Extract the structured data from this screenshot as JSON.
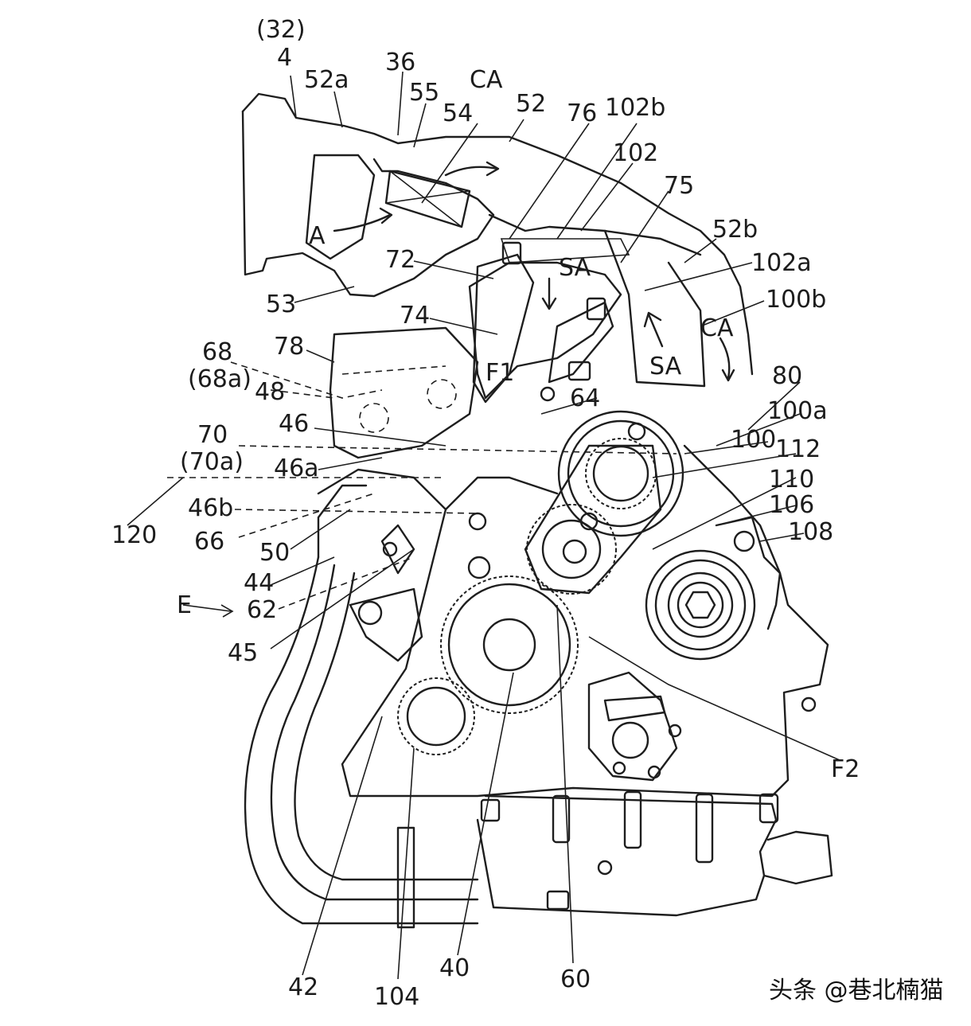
{
  "figure": {
    "labels": {
      "l32": "(32)",
      "l4": "4",
      "l52a": "52a",
      "l36": "36",
      "l55": "55",
      "lCA1": "CA",
      "l54": "54",
      "l52": "52",
      "l76": "76",
      "l102b": "102b",
      "l102": "102",
      "l75": "75",
      "l52b": "52b",
      "lA": "A",
      "l72": "72",
      "lSA1": "SA",
      "l102a": "102a",
      "l53": "53",
      "l100b": "100b",
      "l74": "74",
      "lCA2": "CA",
      "l78": "78",
      "l68": "68",
      "lSA2": "SA",
      "l68a": "(68a)",
      "l48": "48",
      "lF1": "F1",
      "l80": "80",
      "l64": "64",
      "l46": "46",
      "l100a": "100a",
      "l70": "70",
      "l100": "100",
      "l70a": "(70a)",
      "l112": "112",
      "l46a": "46a",
      "l110": "110",
      "l46b": "46b",
      "l106": "106",
      "l120": "120",
      "l66": "66",
      "l108": "108",
      "l50": "50",
      "l44": "44",
      "lE": "E",
      "l62": "62",
      "l45": "45",
      "lF2": "F2",
      "l42": "42",
      "l40": "40",
      "l60": "60",
      "l104": "104"
    },
    "watermark": "头条 @巷北楠猫"
  }
}
